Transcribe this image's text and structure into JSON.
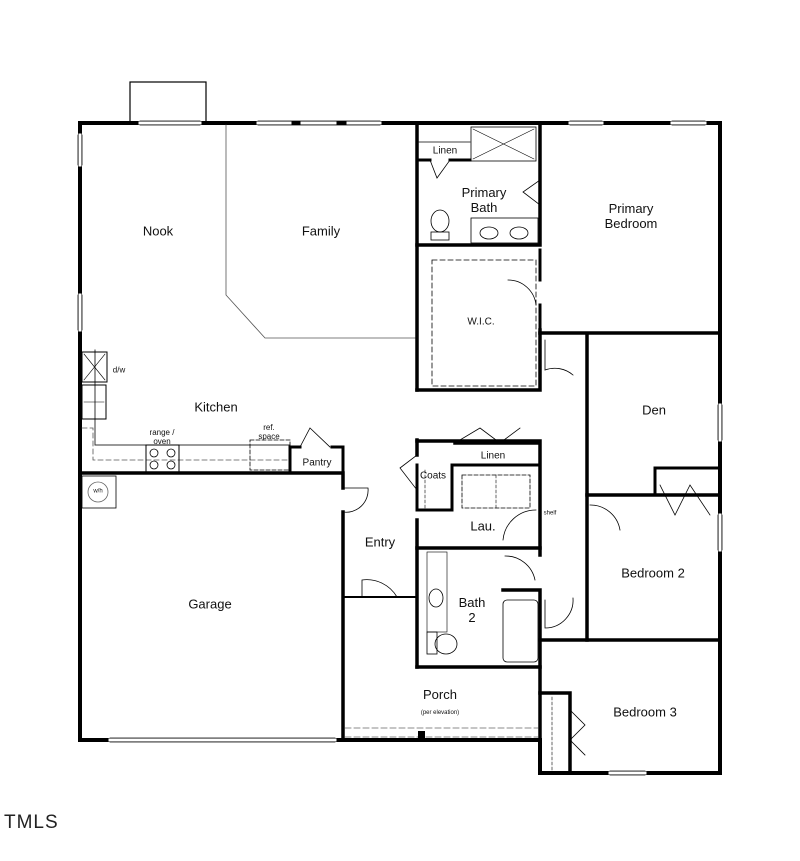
{
  "plan": {
    "rooms": {
      "nook": "Nook",
      "family": "Family",
      "kitchen": "Kitchen",
      "pantry": "Pantry",
      "garage": "Garage",
      "entry": "Entry",
      "coats": "Coats",
      "linen_hall": "Linen",
      "laundry": "Lau.",
      "bath2_line1": "Bath",
      "bath2_line2": "2",
      "porch": "Porch",
      "porch_note": "(per elevation)",
      "primary_bath_line1": "Primary",
      "primary_bath_line2": "Bath",
      "linen_primary": "Linen",
      "primary_bedroom_line1": "Primary",
      "primary_bedroom_line2": "Bedroom",
      "wic": "W.I.C.",
      "den": "Den",
      "bedroom2": "Bedroom 2",
      "bedroom3": "Bedroom 3"
    },
    "fixtures": {
      "dw": "d/w",
      "range_line1": "range /",
      "range_line2": "oven",
      "ref_line1": "ref.",
      "ref_line2": "space",
      "wh": "w/h",
      "shelf": "shelf"
    }
  },
  "footer": {
    "logo": "TMLS"
  },
  "colors": {
    "wall": "#000000",
    "line": "#333333",
    "background": "#ffffff"
  }
}
